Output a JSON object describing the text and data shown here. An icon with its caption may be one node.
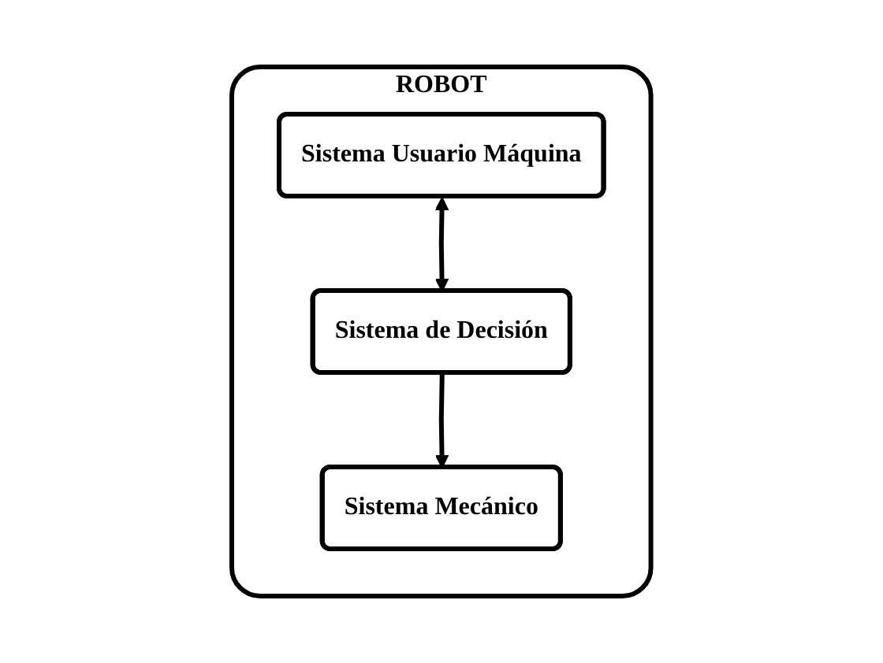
{
  "diagram": {
    "nodes": [
      {
        "text": [
          "ROBOT"
        ]
      },
      {
        "text": [
          "Sistema Usuario Máquina"
        ],
        "in": 0
      },
      {
        "text": [
          "Sistema de Decisión"
        ],
        "in": 0
      },
      {
        "text": [
          "Sistema Mecánico"
        ],
        "in": 0
      }
    ],
    "edges": [
      {
        "from": 1,
        "to": 2,
        "arrow": "both"
      },
      {
        "from": 2,
        "to": 3,
        "arrow": "to"
      }
    ]
  }
}
